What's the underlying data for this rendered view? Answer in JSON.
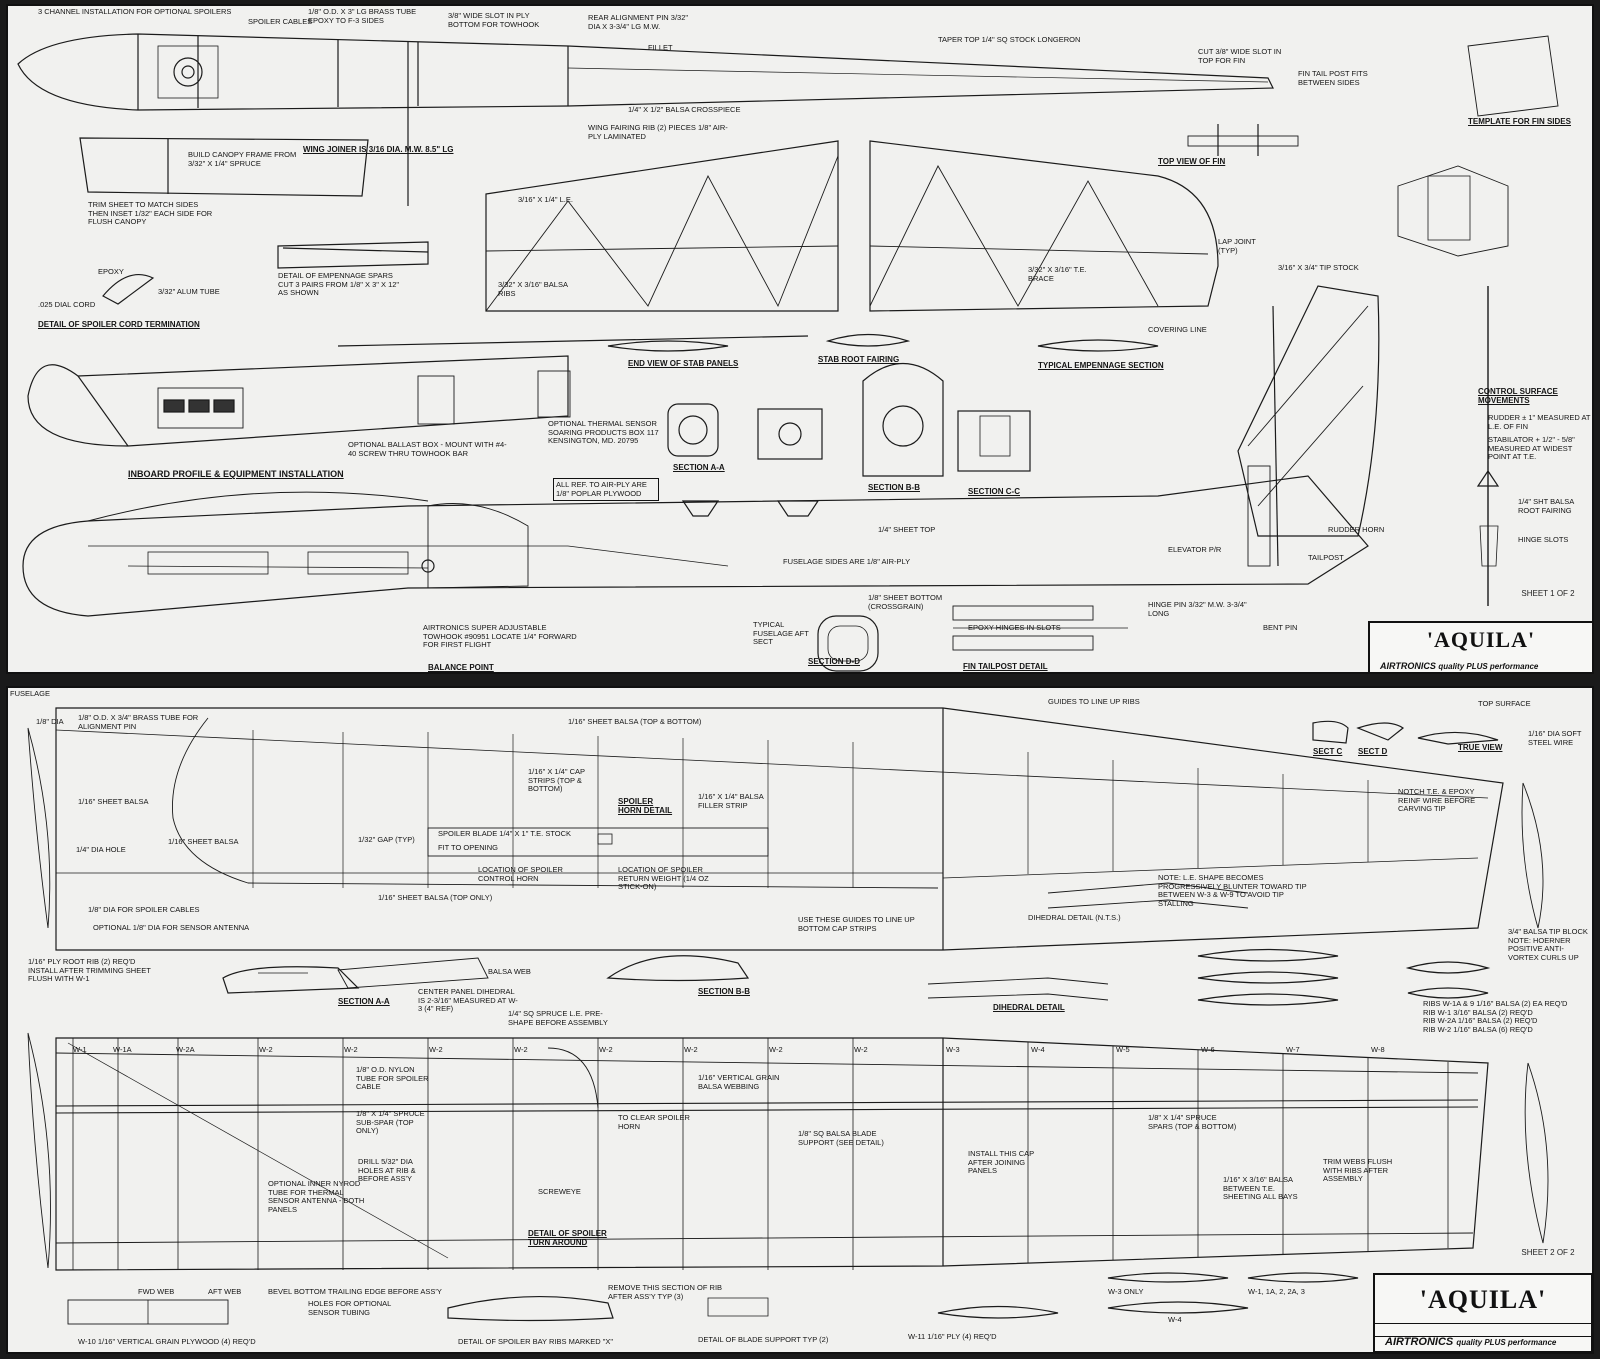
{
  "sheets": [
    {
      "title": "'AQUILA'",
      "sheet_label": "SHEET 1 OF 2",
      "brand": "AIRTRONICS",
      "tagline": "quality PLUS performance",
      "labels": {
        "top_install": "3 CHANNEL INSTALLATION FOR OPTIONAL SPOILERS",
        "spoiler_cables": "SPOILER CABLES",
        "brass_tube": "1/8\" O.D. X 3\" LG BRASS TUBE EPOXY TO F-3 SIDES",
        "wide_slot": "3/8\" WIDE SLOT IN PLY BOTTOM FOR TOWHOOK",
        "rear_pin": "REAR ALIGNMENT PIN 3/32\" DIA X 3-3/4\" LG M.W.",
        "fillet": "FILLET",
        "taper_top": "TAPER TOP 1/4\" SQ STOCK LONGERON",
        "cut_slot": "CUT 3/8\" WIDE SLOT IN TOP FOR FIN",
        "fin_post": "FIN TAIL POST FITS BETWEEN SIDES",
        "crosspiece": "1/4\" X 1/2\" BALSA CROSSPIECE",
        "wing_fairing": "WING FAIRING RIB (2) PIECES 1/8\" AIR-PLY LAMINATED",
        "wing_joiner": "WING JOINER IS 3/16 DIA. M.W. 8.5\" LG",
        "canopy_frame": "BUILD CANOPY FRAME FROM 3/32\" X 1/4\" SPRUCE",
        "trim_sheet": "TRIM SHEET TO MATCH SIDES THEN INSET 1/32\" EACH SIDE FOR FLUSH CANOPY",
        "emp_spars": "DETAIL OF EMPENNAGE SPARS CUT 3 PAIRS FROM 1/8\" X 3\" X 12\" AS SHOWN",
        "epoxy": "EPOXY",
        "alum_tube": "3/32\" ALUM TUBE",
        "dial_cord": ".025 DIAL CORD",
        "spoiler_term": "DETAIL OF SPOILER CORD TERMINATION",
        "inboard": "INBOARD PROFILE & EQUIPMENT INSTALLATION",
        "ballast_box": "OPTIONAL BALLAST BOX - MOUNT WITH #4-40 SCREW THRU TOWHOOK BAR",
        "thermal_sensor": "OPTIONAL THERMAL SENSOR SOARING PRODUCTS BOX 117 KENSINGTON, MD. 20795",
        "air_ply": "ALL REF. TO AIR-PLY ARE 1/8\" POPLAR PLYWOOD",
        "stab_root": "STAB ROOT FAIRING",
        "end_view": "END VIEW OF STAB PANELS",
        "typical_emp": "TYPICAL EMPENNAGE SECTION",
        "covering_line": "COVERING LINE",
        "section_aa": "SECTION A-A",
        "section_bb": "SECTION B-B",
        "section_cc": "SECTION C-C",
        "section_dd": "SECTION D-D",
        "fuselage_sides": "FUSELAGE SIDES ARE 1/8\" AIR-PLY",
        "sheet_top": "1/4\" SHEET TOP",
        "sheet_bottom": "1/8\" SHEET BOTTOM (CROSSGRAIN)",
        "towhook": "AIRTRONICS SUPER ADJUSTABLE TOWHOOK #90951 LOCATE 1/4\" FORWARD FOR FIRST FLIGHT",
        "balance_point": "BALANCE POINT",
        "fin_tailpost": "FIN TAILPOST DETAIL",
        "epoxy_hinges": "EPOXY HINGES IN SLOTS",
        "control_surface": "CONTROL SURFACE MOVEMENTS",
        "rudder_move": "RUDDER ± 1\" MEASURED AT L.E. OF FIN",
        "stab_move": "STABILATOR + 1/2\" - 5/8\" MEASURED AT WIDEST POINT AT T.E.",
        "template": "TEMPLATE FOR FIN SIDES",
        "top_view_fin": "TOP VIEW OF FIN",
        "tip_stock": "3/16\" X 3/4\" TIP STOCK",
        "rudder_horn": "RUDDER HORN",
        "hinge_pin": "HINGE PIN 3/32\" M.W. 3-3/4\" LONG",
        "tailpost": "TAILPOST",
        "bent_pin": "BENT PIN",
        "elevator_pr": "ELEVATOR P/R",
        "hinge_slots": "HINGE SLOTS",
        "root_fairing": "1/4\" SHT BALSA ROOT FAIRING",
        "typical_aft": "TYPICAL FUSELAGE AFT SECT",
        "stock_3_16": "3/16\" X 1/4\" L.E.",
        "balsa_ribs": "3/32\" X 3/16\" BALSA RIBS",
        "te_brace": "3/32\" X 3/16\" T.E. BRACE",
        "lap_joint": "LAP JOINT (TYP)"
      }
    },
    {
      "title": "'AQUILA'",
      "sheet_label": "SHEET 2 OF 2",
      "brand": "AIRTRONICS",
      "tagline": "quality PLUS performance",
      "labels": {
        "fuselage": "FUSELAGE",
        "brass_align": "1/8\" O.D. X 3/4\" BRASS TUBE FOR ALIGNMENT PIN",
        "dia": "1/8\" DIA",
        "sheet_tb": "1/16\" SHEET BALSA (TOP & BOTTOM)",
        "guides": "GUIDES TO LINE UP RIBS",
        "sheet_balsa": "1/16\" SHEET BALSA",
        "dia_hole": "1/4\" DIA HOLE",
        "spoiler_cables": "1/8\" DIA FOR SPOILER CABLES",
        "sensor_antenna": "OPTIONAL 1/8\" DIA FOR SENSOR ANTENNA",
        "sheet_top_only": "1/16\" SHEET BALSA (TOP ONLY)",
        "spoiler_blade": "SPOILER BLADE 1/4\" X 1\" T.E. STOCK",
        "fit_opening": "FIT TO OPENING",
        "gap": "1/32\" GAP (TYP)",
        "spoiler_horn": "SPOILER HORN DETAIL",
        "cap_strips": "1/16\" X 1/4\" CAP STRIPS (TOP & BOTTOM)",
        "filler_strip": "1/16\" X 1/4\" BALSA FILLER STRIP",
        "return_weight": "LOCATION OF SPOILER RETURN WEIGHT (1/4 OZ STICK-ON)",
        "control_horn": "LOCATION OF SPOILER CONTROL HORN",
        "le_shape": "NOTE: L.E. SHAPE BECOMES PROGRESSIVELY BLUNTER TOWARD TIP BETWEEN W-3 & W-9 TO AVOID TIP STALLING",
        "dihedral_nts": "DIHEDRAL DETAIL (N.T.S.)",
        "bottom_caps": "USE THESE GUIDES TO LINE UP BOTTOM CAP STRIPS",
        "sect_c": "SECT C",
        "sect_d": "SECT D",
        "top_surface": "TOP SURFACE",
        "true_view": "TRUE VIEW",
        "steel_wire": "1/16\" DIA SOFT STEEL WIRE",
        "notch_te": "NOTCH T.E. & EPOXY REINF WIRE BEFORE CARVING TIP",
        "tip_block": "3/4\" BALSA TIP BLOCK NOTE: HOERNER POSITIVE ANTI-VORTEX CURLS UP",
        "section_aa": "SECTION A-A",
        "section_bb": "SECTION B-B",
        "dihedral_detail": "DIHEDRAL DETAIL",
        "center_panel": "CENTER PANEL DIHEDRAL IS 2-3/16\" MEASURED AT W-3 (4\" REF)",
        "le_spruce": "1/4\" SQ SPRUCE L.E. PRE-SHAPE BEFORE ASSEMBLY",
        "balsa_web": "BALSA WEB",
        "root_rib": "1/16\" PLY ROOT RIB (2) REQ'D INSTALL AFTER TRIMMING SHEET FLUSH WITH W-1",
        "nylon_tube": "1/8\" O.D. NYLON TUBE FOR SPOILER CABLE",
        "sub_spar": "1/8\" X 1/4\" SPRUCE SUB-SPAR (TOP ONLY)",
        "drill_holes": "DRILL 5/32\" DIA HOLES AT RIB & BEFORE ASS'Y",
        "sensor_tube": "OPTIONAL INNER NYROD TUBE FOR THERMAL SENSOR ANTENNA - BOTH PANELS",
        "vert_grain": "1/16\" VERTICAL GRAIN BALSA WEBBING",
        "clear_horn": "TO CLEAR SPOILER HORN",
        "blade_support": "1/8\" SQ BALSA BLADE SUPPORT (SEE DETAIL)",
        "install_cap": "INSTALL THIS CAP AFTER JOINING PANELS",
        "spruce_spars": "1/8\" X 1/4\" SPRUCE SPARS (TOP & BOTTOM)",
        "trim_webs": "TRIM WEBS FLUSH WITH RIBS AFTER ASSEMBLY",
        "sheet_all_bays": "1/16\" X 3/16\" BALSA BETWEEN T.E. SHEETING ALL BAYS",
        "turn_around": "DETAIL OF SPOILER TURN AROUND",
        "screweye": "SCREWEYE",
        "bevel": "BEVEL BOTTOM TRAILING EDGE BEFORE ASS'Y",
        "sensor_holes": "HOLES FOR OPTIONAL SENSOR TUBING",
        "fwd_web": "FWD WEB",
        "aft_web": "AFT WEB",
        "w10": "W-10 1/16\" VERTICAL GRAIN PLYWOOD (4) REQ'D",
        "spoiler_bay": "DETAIL OF SPOILER BAY RIBS MARKED \"X\"",
        "blade_support_detail": "DETAIL OF BLADE SUPPORT TYP (2)",
        "w11": "W-11 1/16\" PLY (4) REQ'D",
        "remove_section": "REMOVE THIS SECTION OF RIB AFTER ASS'Y TYP (3)",
        "rib_list": "RIBS W-1A & 9 1/16\" BALSA (2) EA REQ'D\nRIB W-1 3/16\" BALSA (2) REQ'D\nRIB W-2A 1/16\" BALSA (2) REQ'D\nRIB W-2 1/16\" BALSA (6) REQ'D",
        "w3_only": "W-3 ONLY",
        "w_list": "W-1, 1A, 2, 2A, 3",
        "w4": "W-4"
      },
      "rib_stations": [
        "W-1",
        "W-1A",
        "W-2A",
        "W-2",
        "W-2",
        "W-2",
        "W-2",
        "W-2",
        "W-2",
        "W-2",
        "W-2",
        "W-3",
        "W-4",
        "W-5",
        "W-6",
        "W-7",
        "W-8"
      ]
    }
  ]
}
